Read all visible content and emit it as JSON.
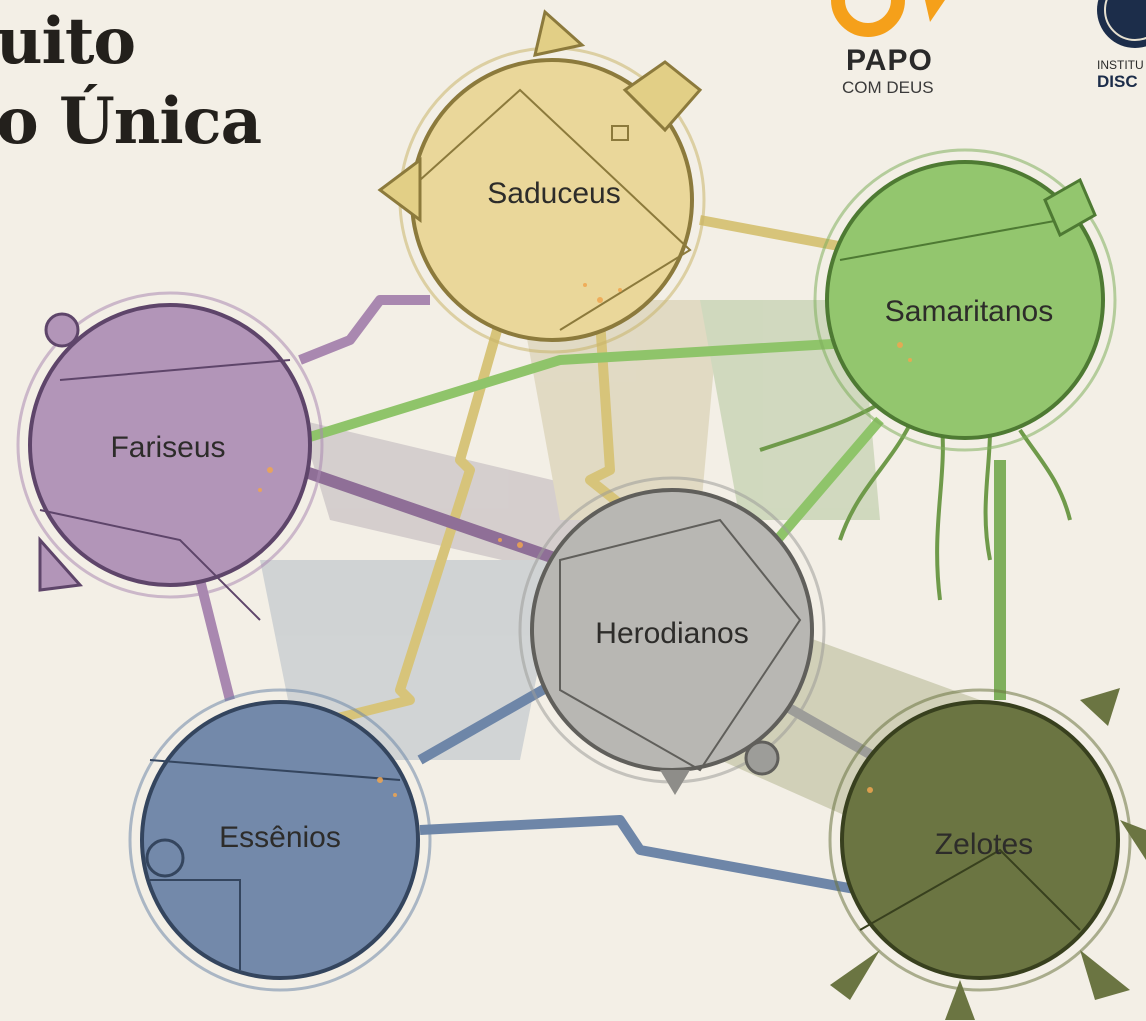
{
  "title": {
    "line1": "uito",
    "line2": "o Única"
  },
  "logos": {
    "papo_word": "PAPO",
    "papo_sub": "COM DEUS",
    "institute_top": "INSTITU",
    "institute_bottom": "DISC"
  },
  "nodes": [
    {
      "id": "saduceus",
      "label": "Saduceus",
      "color": "#e6d38e"
    },
    {
      "id": "samaritanos",
      "label": "Samaritanos",
      "color": "#8fc46a"
    },
    {
      "id": "fariseus",
      "label": "Fariseus",
      "color": "#a988b0"
    },
    {
      "id": "herodianos",
      "label": "Herodianos",
      "color": "#b3b2ae"
    },
    {
      "id": "essenios",
      "label": "Essênios",
      "color": "#6e86a8"
    },
    {
      "id": "zelotes",
      "label": "Zelotes",
      "color": "#66713f"
    }
  ],
  "colors": {
    "background": "#f3efe6",
    "papo_orange": "#f5a01a",
    "institute_navy": "#1c2d4a"
  }
}
